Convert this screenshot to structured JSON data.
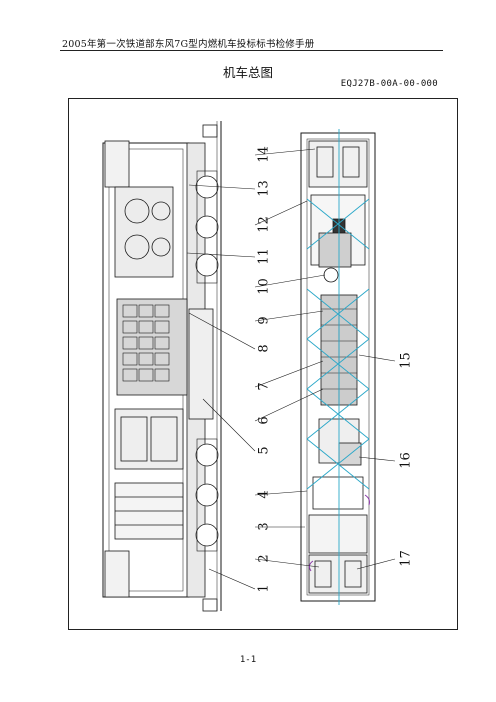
{
  "header": {
    "text": "2005年第一次铁道部东风7G型内燃机车投标标书检修手册"
  },
  "title": "机车总图",
  "drawing_number": "EQJ27B-00A-00-000",
  "callouts": [
    "1",
    "2",
    "3",
    "4",
    "5",
    "6",
    "7",
    "8",
    "9",
    "10",
    "11",
    "12",
    "13",
    "14",
    "15",
    "16",
    "17"
  ],
  "footer": {
    "page": "1-1"
  },
  "colors": {
    "line": "#1a1a1a",
    "accent": "#2aa8c9",
    "highlight": "#8a3aa8"
  }
}
